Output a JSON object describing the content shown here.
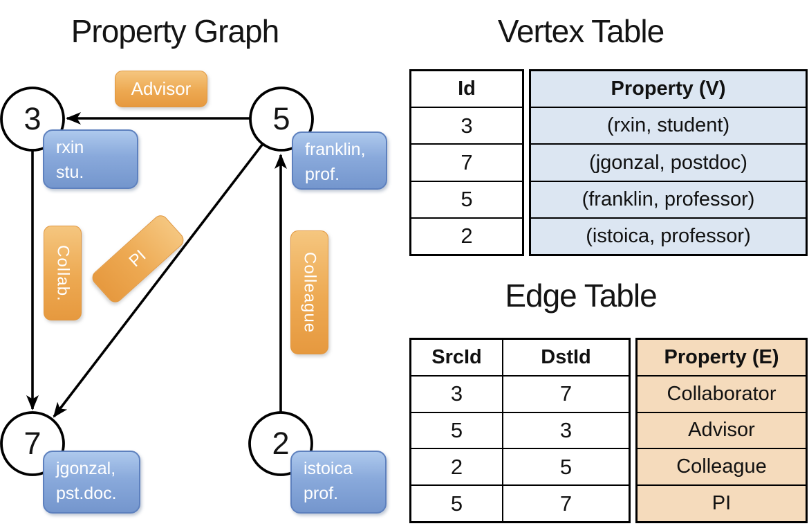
{
  "graph": {
    "title": "Property Graph",
    "nodes": [
      {
        "id": "3",
        "line1": "rxin",
        "line2": "stu."
      },
      {
        "id": "5",
        "line1": "franklin,",
        "line2": "prof."
      },
      {
        "id": "7",
        "line1": "jgonzal,",
        "line2": "pst.doc."
      },
      {
        "id": "2",
        "line1": "istoica",
        "line2": "prof."
      }
    ],
    "edge_labels": {
      "advisor": "Advisor",
      "collab": "Collab.",
      "pi": "PI",
      "colleague": "Colleague"
    }
  },
  "vertex_table": {
    "title": "Vertex Table",
    "col_id": "Id",
    "col_property": "Property (V)",
    "rows": [
      [
        "3",
        "(rxin, student)"
      ],
      [
        "7",
        "(jgonzal, postdoc)"
      ],
      [
        "5",
        "(franklin, professor)"
      ],
      [
        "2",
        "(istoica, professor)"
      ]
    ]
  },
  "edge_table": {
    "title": "Edge Table",
    "col_src": "SrcId",
    "col_dst": "DstId",
    "col_property": "Property (E)",
    "rows": [
      [
        "3",
        "7",
        "Collaborator"
      ],
      [
        "5",
        "3",
        "Advisor"
      ],
      [
        "2",
        "5",
        "Colleague"
      ],
      [
        "5",
        "7",
        "PI"
      ]
    ]
  },
  "colors": {
    "vertex_box_blue_top": "#aec9ed",
    "vertex_box_blue_bottom": "#7496cd",
    "edge_box_orange_top": "#f5c67f",
    "edge_box_orange_bottom": "#e6993f",
    "vertex_table_fill": "#dce6f2",
    "edge_table_fill": "#f5dbbc",
    "line_color": "#000000",
    "node_fill": "#ffffff"
  }
}
